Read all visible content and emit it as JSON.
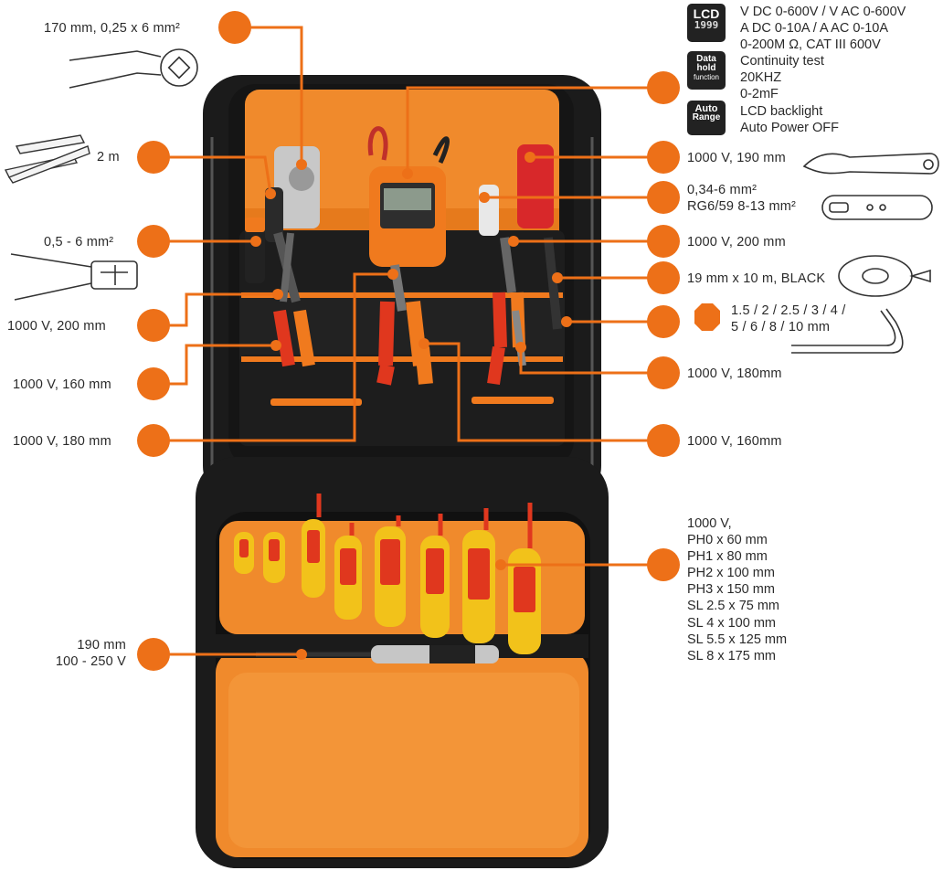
{
  "colors": {
    "accent": "#ed7018",
    "bag_black": "#1b1b1b",
    "lining": "#f08a2c",
    "text": "#2a2a2a"
  },
  "left_labels": {
    "crimper": "170 mm, 0,25 x 6 mm²",
    "ruler": "2 m",
    "stripper": "0,5 - 6 mm²",
    "pliers_200": "1000 V, 200 mm",
    "pliers_160": "1000 V, 160 mm",
    "pliers_180": "1000 V, 180 mm",
    "tester_size": "190 mm",
    "tester_voltage": "100 - 250 V"
  },
  "multimeter": {
    "badges": [
      {
        "title": "LCD",
        "sub": "1999"
      },
      {
        "title": "Data hold",
        "sub": "function"
      },
      {
        "title": "Auto",
        "sub": "Range"
      }
    ],
    "specs": [
      "V DC 0-600V / V AC 0-600V",
      "A DC 0-10A / A AC 0-10A",
      "0-200M Ω, CAT III 600V",
      "Continuity test",
      "20KHZ",
      "0-2mF",
      "LCD backlight",
      "Auto Power OFF"
    ]
  },
  "right_labels": {
    "knife": "1000 V, 190 mm",
    "coax_stripper_line1": "0,34-6 mm²",
    "coax_stripper_line2": "RG6/59 8-13 mm²",
    "pliers_200": "1000 V, 200 mm",
    "tape": "19 mm x 10 m, BLACK",
    "hex_line1": "1.5 / 2 / 2.5 / 3 / 4 /",
    "hex_line2": "5 / 6 / 8 / 10 mm",
    "pliers_180": "1000 V, 180mm",
    "pliers_160": "1000 V, 160mm"
  },
  "screwdrivers": [
    "1000 V,",
    "PH0 x 60 mm",
    "PH1 x 80 mm",
    "PH2 x 100 mm",
    "PH3 x 150 mm",
    "SL 2.5 x 75 mm",
    "SL 4 x 100 mm",
    "SL 5.5 x 125 mm",
    "SL 8 x 175 mm"
  ]
}
